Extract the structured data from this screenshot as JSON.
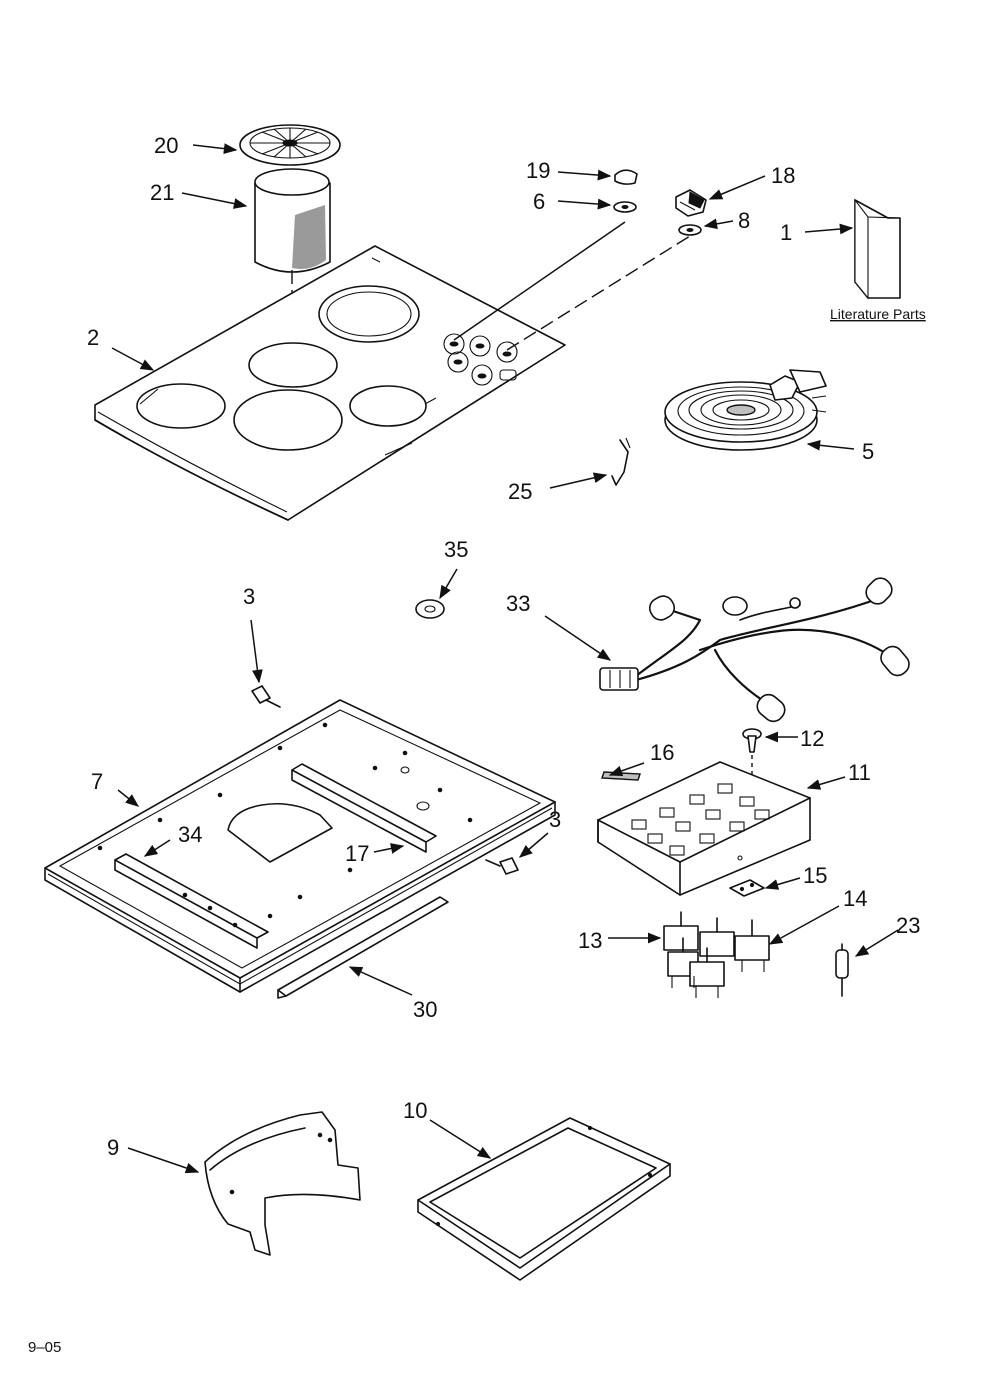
{
  "callouts": {
    "c20": "20",
    "c21": "21",
    "c19": "19",
    "c6": "6",
    "c18": "18",
    "c8": "8",
    "c1": "1",
    "c2": "2",
    "c5": "5",
    "c25": "25",
    "c35": "35",
    "c3a": "3",
    "c33": "33",
    "c12": "12",
    "c16": "16",
    "c11": "11",
    "c7": "7",
    "c34": "34",
    "c17": "17",
    "c3b": "3",
    "c15": "15",
    "c14": "14",
    "c13": "13",
    "c23": "23",
    "c30": "30",
    "c10": "10",
    "c9": "9"
  },
  "literature_label": "Literature Parts",
  "page_number": "9–05"
}
